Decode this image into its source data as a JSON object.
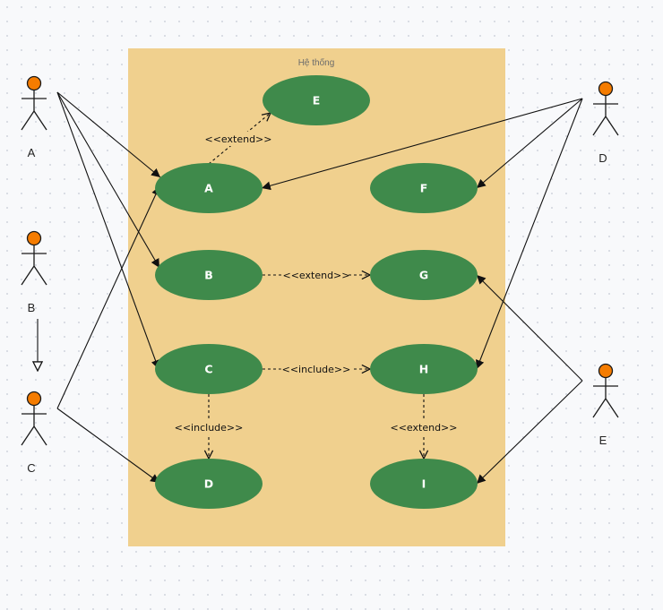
{
  "system": {
    "title": "Hệ thống"
  },
  "actors": [
    {
      "id": "actor-a",
      "label": "A"
    },
    {
      "id": "actor-b",
      "label": "B"
    },
    {
      "id": "actor-c",
      "label": "C"
    },
    {
      "id": "actor-d",
      "label": "D"
    },
    {
      "id": "actor-e",
      "label": "E"
    }
  ],
  "use_cases": [
    {
      "id": "uc-e",
      "label": "E"
    },
    {
      "id": "uc-a",
      "label": "A"
    },
    {
      "id": "uc-f",
      "label": "F"
    },
    {
      "id": "uc-b",
      "label": "B"
    },
    {
      "id": "uc-g",
      "label": "G"
    },
    {
      "id": "uc-c",
      "label": "C"
    },
    {
      "id": "uc-h",
      "label": "H"
    },
    {
      "id": "uc-d",
      "label": "D"
    },
    {
      "id": "uc-i",
      "label": "I"
    }
  ],
  "associations": [
    {
      "from": "actor-a",
      "to": "uc-a"
    },
    {
      "from": "actor-a",
      "to": "uc-b"
    },
    {
      "from": "actor-a",
      "to": "uc-c"
    },
    {
      "from": "actor-c",
      "to": "uc-a"
    },
    {
      "from": "actor-c",
      "to": "uc-d"
    },
    {
      "from": "actor-d",
      "to": "uc-a"
    },
    {
      "from": "actor-d",
      "to": "uc-f"
    },
    {
      "from": "actor-d",
      "to": "uc-h"
    },
    {
      "from": "actor-e",
      "to": "uc-g"
    },
    {
      "from": "actor-e",
      "to": "uc-i"
    }
  ],
  "relations": [
    {
      "from": "uc-a",
      "to": "uc-e",
      "label": "<<extend>>"
    },
    {
      "from": "uc-b",
      "to": "uc-g",
      "label": "<<extend>>"
    },
    {
      "from": "uc-c",
      "to": "uc-h",
      "label": "<<include>>"
    },
    {
      "from": "uc-c",
      "to": "uc-d",
      "label": "<<include>>"
    },
    {
      "from": "uc-h",
      "to": "uc-i",
      "label": "<<extend>>"
    }
  ],
  "generalizations": [
    {
      "from": "actor-b",
      "to": "actor-c"
    }
  ]
}
